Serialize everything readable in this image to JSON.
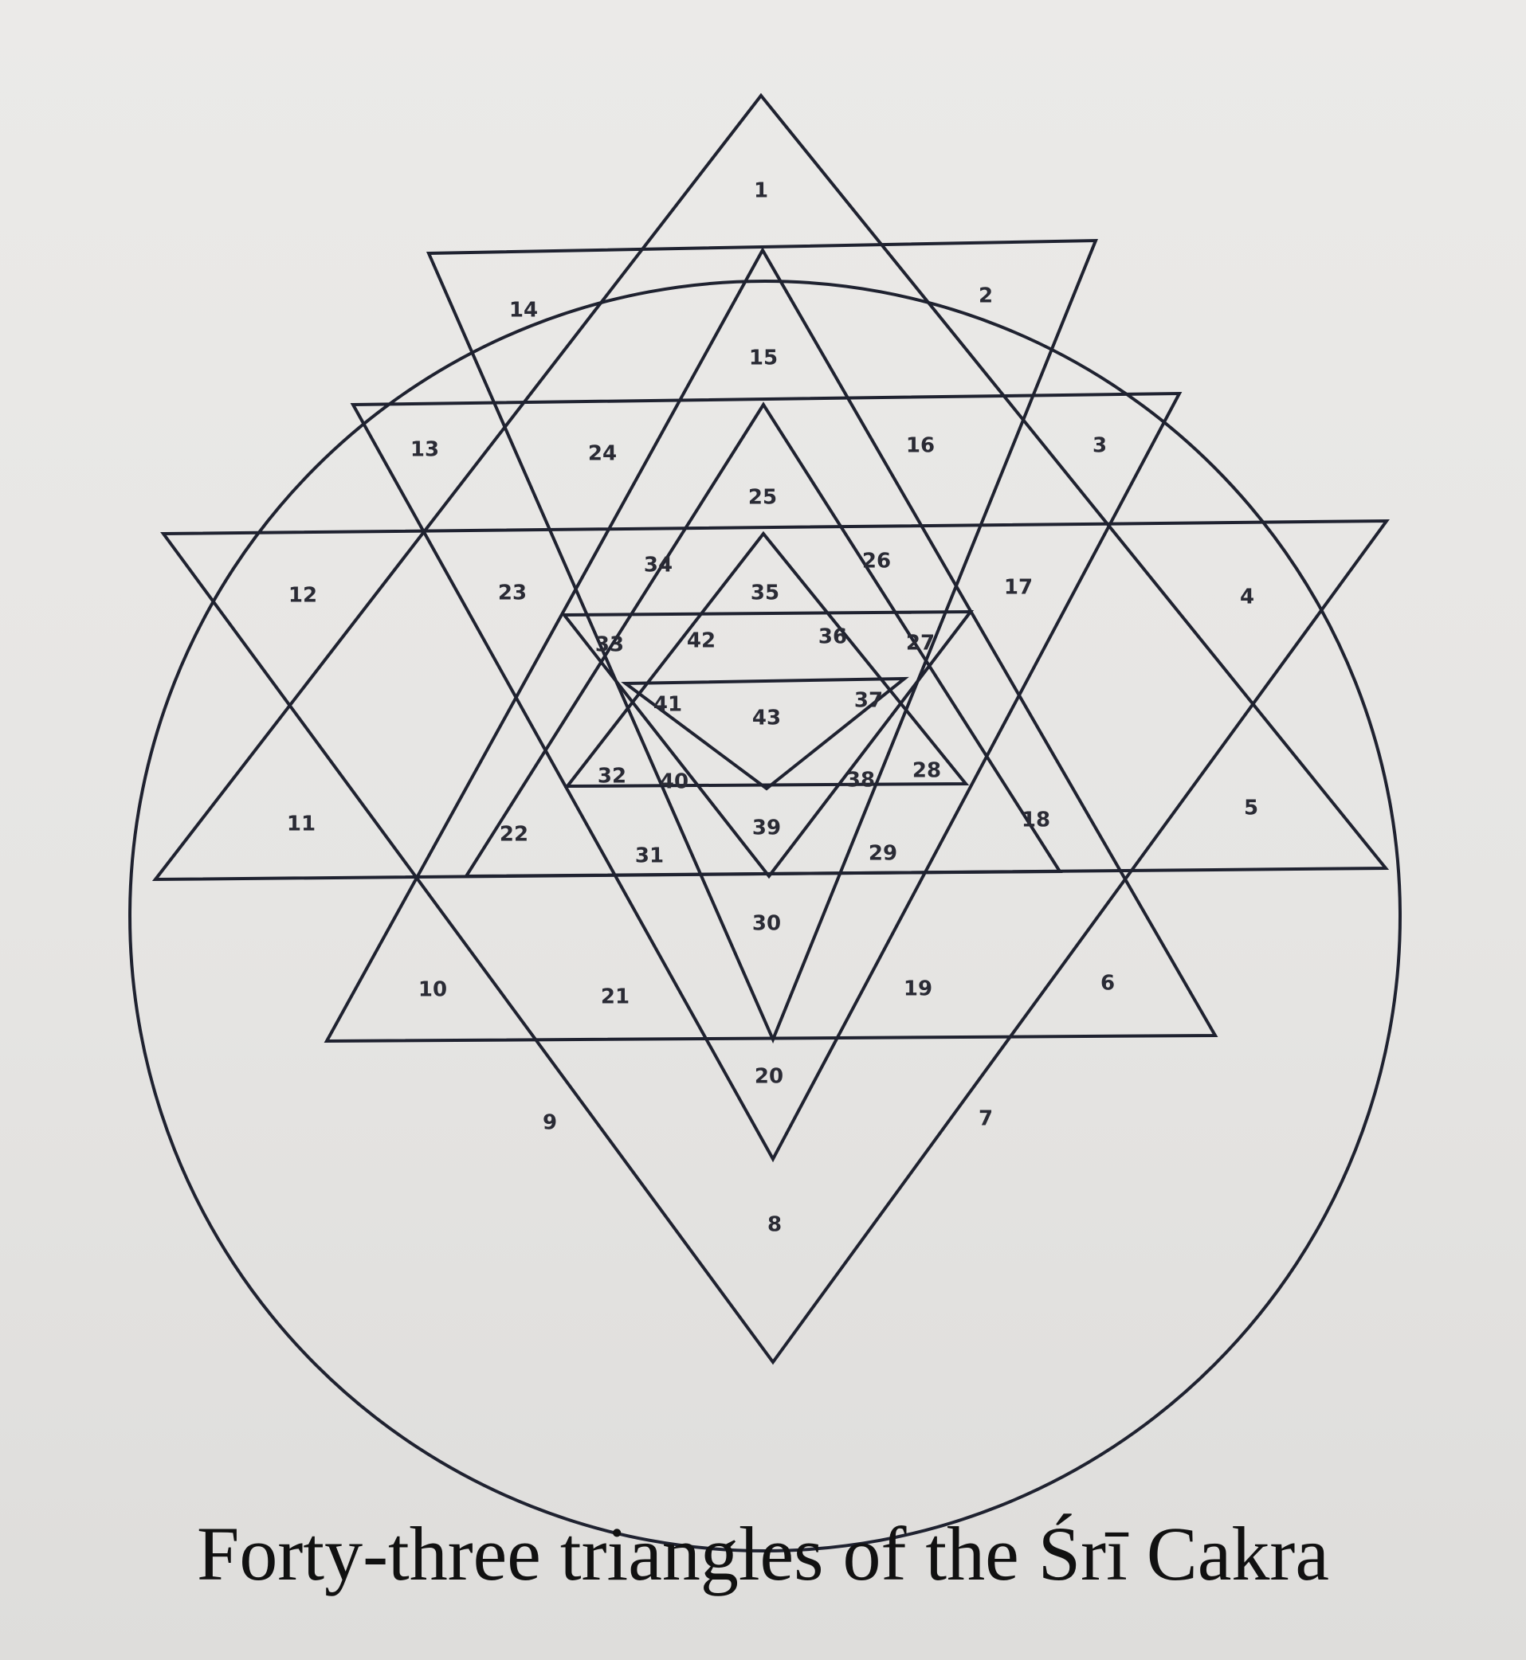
{
  "caption": "Forty-three triangles of the Śrī Cakra",
  "colors": {
    "background": "#e9e8e6",
    "line": "#1f2230",
    "label": "#2a2b35",
    "caption": "#111111"
  },
  "labels": [
    "1",
    "2",
    "3",
    "4",
    "5",
    "6",
    "7",
    "8",
    "9",
    "10",
    "11",
    "12",
    "13",
    "14",
    "15",
    "16",
    "17",
    "18",
    "19",
    "20",
    "21",
    "22",
    "23",
    "24",
    "25",
    "26",
    "27",
    "28",
    "29",
    "30",
    "31",
    "32",
    "33",
    "34",
    "35",
    "36",
    "37",
    "38",
    "39",
    "40",
    "41",
    "42",
    "43"
  ]
}
